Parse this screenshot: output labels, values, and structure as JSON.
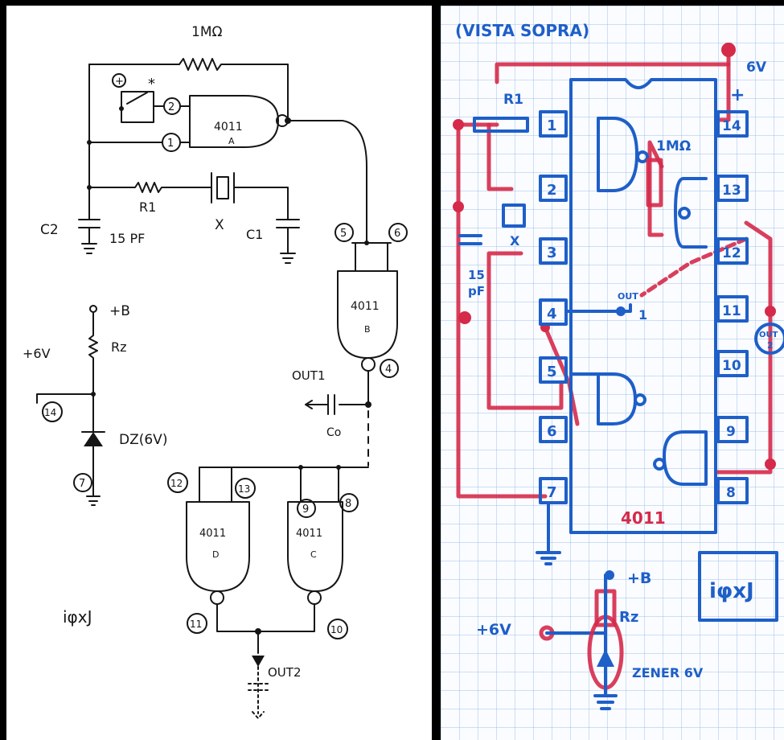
{
  "left": {
    "r_feedback": "1MΩ",
    "plus": "+",
    "asterisk": "*",
    "pin_2": "2",
    "pin_1": "1",
    "gate_a": "4011",
    "gate_a_sub": "A",
    "r1": "R1",
    "xtal": "X",
    "c2": "C2",
    "c2_value": "15 PF",
    "c1": "C1",
    "pin_5": "5",
    "pin_6": "6",
    "gate_b": "4011",
    "gate_b_sub": "B",
    "out1": "OUT1",
    "pin_4": "4",
    "co": "Co",
    "plus_b": "+B",
    "rz": "Rz",
    "plus_6v": "+6V",
    "pin_14": "14",
    "dz": "DZ(6V)",
    "pin_7": "7",
    "pin_12": "12",
    "pin_13": "13",
    "pin_9": "9",
    "pin_8": "8",
    "gate_d": "4011",
    "gate_d_sub": "D",
    "gate_c": "4011",
    "gate_c_sub": "C",
    "pin_11": "11",
    "pin_10": "10",
    "out2": "OUT2",
    "signature": "iφxJ"
  },
  "right": {
    "title": "(VISTA SOPRA)",
    "v6": "6V",
    "plus": "+",
    "r1": "R1",
    "r_1m": "1MΩ",
    "xtal": "X",
    "c15": "15",
    "pf": "pF",
    "out_a": "OUT",
    "out_a_num": "1",
    "out2_top": "OUT",
    "out2_num": "2",
    "chip": "4011",
    "pins_left": [
      "1",
      "2",
      "3",
      "4",
      "5",
      "6",
      "7"
    ],
    "pins_right": [
      "14",
      "13",
      "12",
      "11",
      "10",
      "9",
      "8"
    ],
    "plus_b": "+B",
    "rz": "Rz",
    "plus_6v": "+6V",
    "zener": "ZENER 6V",
    "signature": "iφxJ"
  }
}
